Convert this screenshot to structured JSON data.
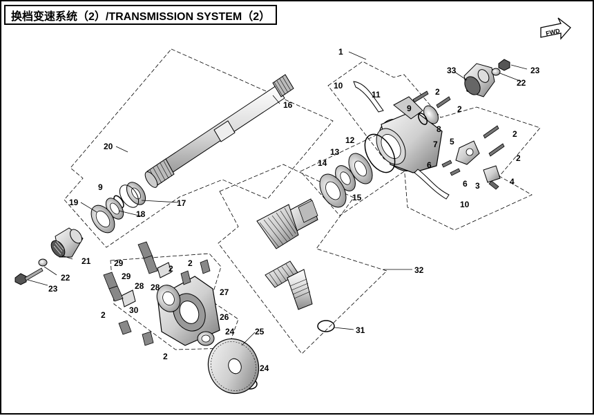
{
  "title": "换档变速系统（2）/TRANSMISSION SYSTEM（2）",
  "fwd_label": "FWD",
  "callouts": [
    {
      "id": "c1",
      "text": "1"
    },
    {
      "id": "c2a",
      "text": "2"
    },
    {
      "id": "c2b",
      "text": "2"
    },
    {
      "id": "c2c",
      "text": "2"
    },
    {
      "id": "c2d",
      "text": "2"
    },
    {
      "id": "c2e",
      "text": "2"
    },
    {
      "id": "c2f",
      "text": "2"
    },
    {
      "id": "c2g",
      "text": "2"
    },
    {
      "id": "c2h",
      "text": "2"
    },
    {
      "id": "c3",
      "text": "3"
    },
    {
      "id": "c4",
      "text": "4"
    },
    {
      "id": "c5",
      "text": "5"
    },
    {
      "id": "c6a",
      "text": "6"
    },
    {
      "id": "c6b",
      "text": "6"
    },
    {
      "id": "c7",
      "text": "7"
    },
    {
      "id": "c8",
      "text": "8"
    },
    {
      "id": "c9a",
      "text": "9"
    },
    {
      "id": "c9b",
      "text": "9"
    },
    {
      "id": "c10a",
      "text": "10"
    },
    {
      "id": "c10b",
      "text": "10"
    },
    {
      "id": "c11",
      "text": "11"
    },
    {
      "id": "c12",
      "text": "12"
    },
    {
      "id": "c13",
      "text": "13"
    },
    {
      "id": "c14",
      "text": "14"
    },
    {
      "id": "c15",
      "text": "15"
    },
    {
      "id": "c16",
      "text": "16"
    },
    {
      "id": "c17",
      "text": "17"
    },
    {
      "id": "c18",
      "text": "18"
    },
    {
      "id": "c19",
      "text": "19"
    },
    {
      "id": "c20",
      "text": "20"
    },
    {
      "id": "c21",
      "text": "21"
    },
    {
      "id": "c22a",
      "text": "22"
    },
    {
      "id": "c22b",
      "text": "22"
    },
    {
      "id": "c23a",
      "text": "23"
    },
    {
      "id": "c23b",
      "text": "23"
    },
    {
      "id": "c24a",
      "text": "24"
    },
    {
      "id": "c24b",
      "text": "24"
    },
    {
      "id": "c25",
      "text": "25"
    },
    {
      "id": "c26",
      "text": "26"
    },
    {
      "id": "c27",
      "text": "27"
    },
    {
      "id": "c28a",
      "text": "28"
    },
    {
      "id": "c28b",
      "text": "28"
    },
    {
      "id": "c29a",
      "text": "29"
    },
    {
      "id": "c29b",
      "text": "29"
    },
    {
      "id": "c30",
      "text": "30"
    },
    {
      "id": "c31",
      "text": "31"
    },
    {
      "id": "c32",
      "text": "32"
    },
    {
      "id": "c33",
      "text": "33"
    }
  ],
  "colors": {
    "line": "#000000",
    "background": "#ffffff",
    "part_fill": "#e6e6e6",
    "part_dark": "#555555"
  }
}
